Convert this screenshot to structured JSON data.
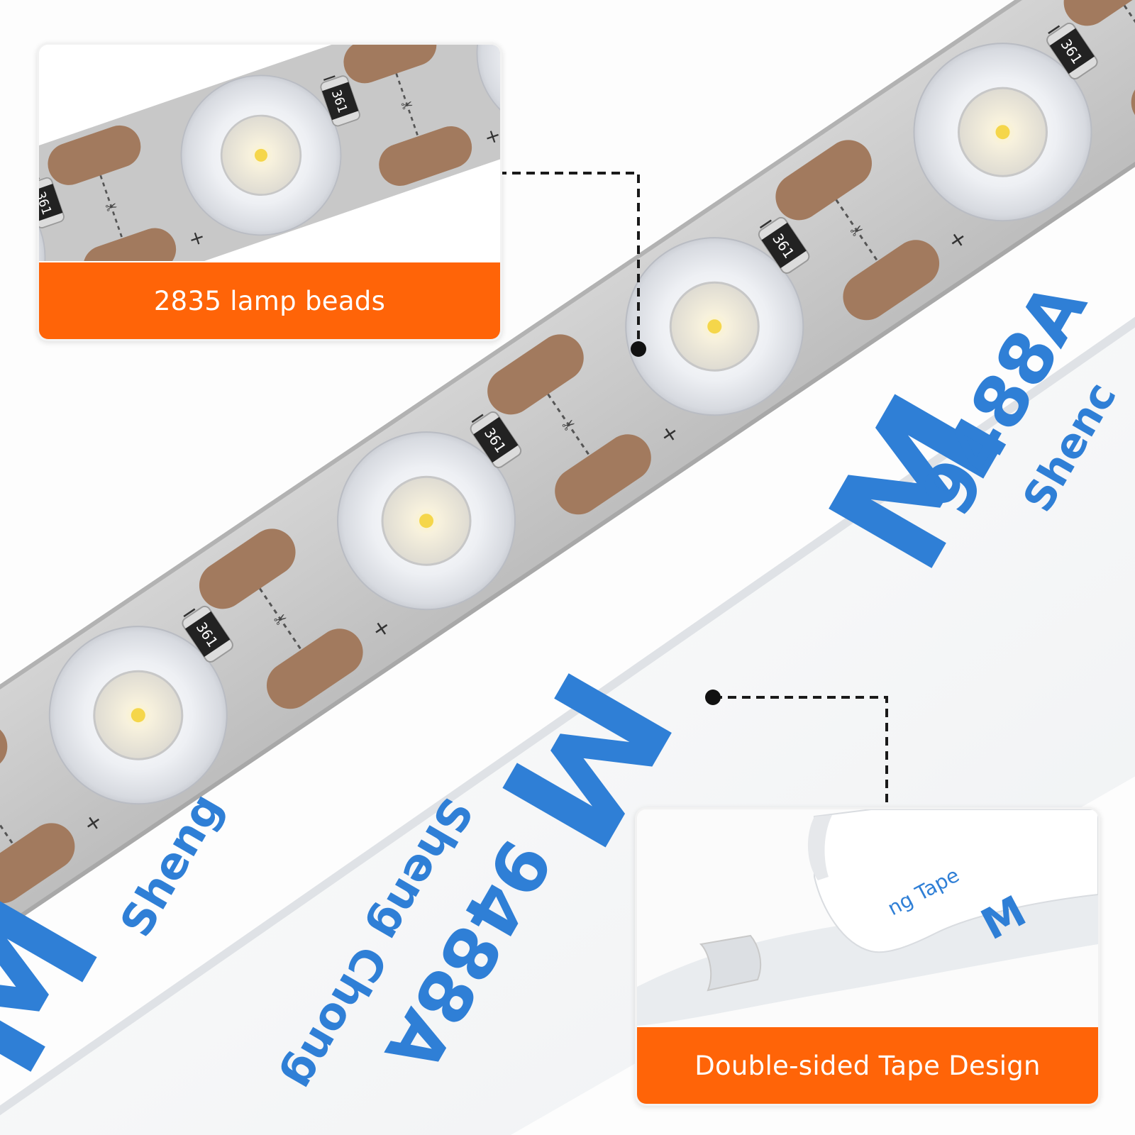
{
  "callouts": {
    "lamp_beads": {
      "label": "2835 lamp beads"
    },
    "tape": {
      "label": "Double-sided Tape Design"
    }
  },
  "colors": {
    "accent": "#ff6408",
    "tape_print": "#2f7fd6",
    "pcb": "#c9c9c9",
    "copper_pad": "#a27a5e"
  },
  "tape_print": {
    "brand": "M",
    "code": "9488A",
    "code_rotated": "9488A",
    "company": "Sheng",
    "company_rotated": "Sheng Chong",
    "company_lower": "Shenc",
    "small_print": "ng Tape"
  },
  "strip_marks": {
    "resistor_code": "361",
    "minus": "−",
    "plus": "+"
  }
}
